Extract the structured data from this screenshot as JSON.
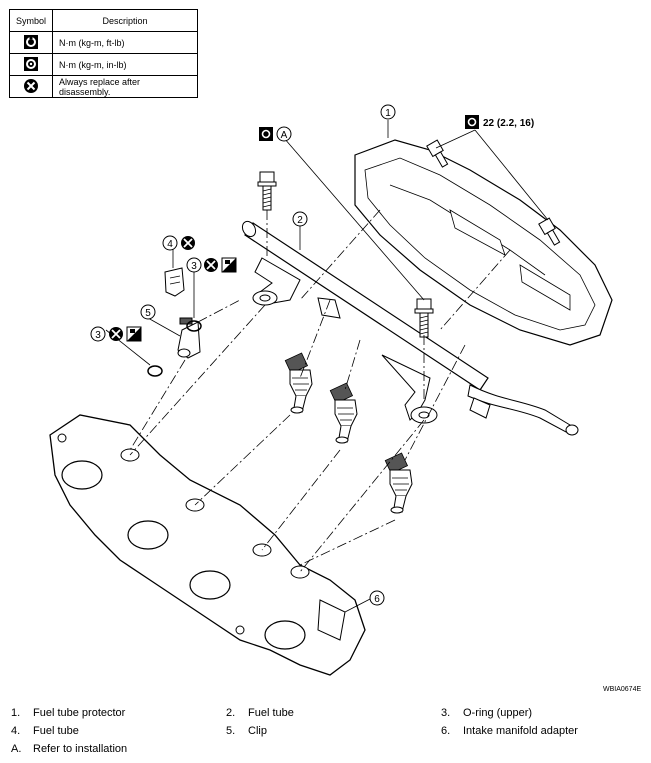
{
  "symbol_table": {
    "headers": {
      "symbol": "Symbol",
      "description": "Description"
    },
    "rows": [
      {
        "icon": "torque-wrench-icon",
        "description": "N·m (kg-m, ft-lb)"
      },
      {
        "icon": "torque-wrench-small-icon",
        "description": "N·m (kg-m, in-lb)"
      },
      {
        "icon": "always-replace-icon",
        "description": "Always replace after disassembly."
      }
    ]
  },
  "callouts": {
    "c1": "1",
    "c2": "2",
    "c3a": "3",
    "c3b": "3",
    "c4": "4",
    "c5": "5",
    "c6": "6",
    "cA": "A",
    "torque": "22 (2.2, 16)"
  },
  "legend": [
    {
      "num": "1.",
      "label": "Fuel tube protector"
    },
    {
      "num": "2.",
      "label": "Fuel tube"
    },
    {
      "num": "3.",
      "label": "O-ring (upper)"
    },
    {
      "num": "4.",
      "label": "Fuel tube"
    },
    {
      "num": "5.",
      "label": "Clip"
    },
    {
      "num": "6.",
      "label": "Intake manifold adapter"
    },
    {
      "num": "A.",
      "label": "Refer to installation"
    }
  ],
  "figure_id": "WBIA0674E"
}
